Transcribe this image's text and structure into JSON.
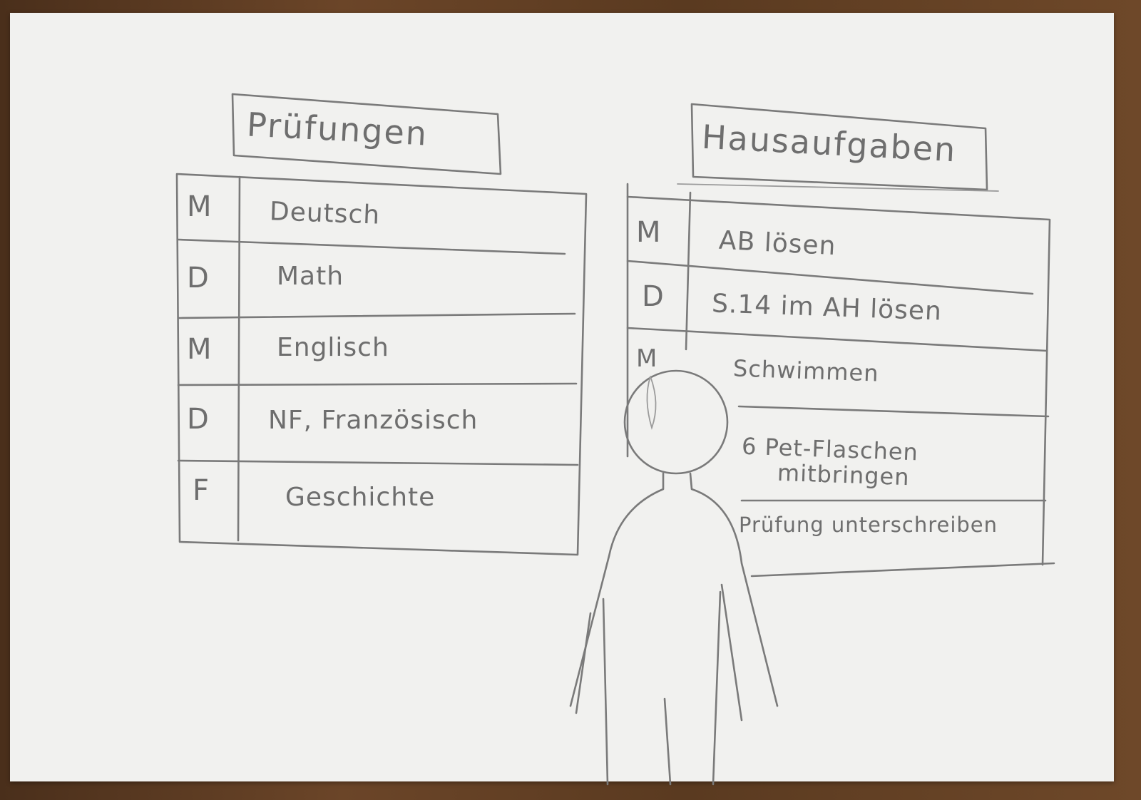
{
  "pruefungen": {
    "title": "Prüfungen",
    "rows": [
      {
        "day": "M",
        "subject": "Deutsch"
      },
      {
        "day": "D",
        "subject": "Math"
      },
      {
        "day": "M",
        "subject": "Englisch"
      },
      {
        "day": "D",
        "subject": "NF, Französisch"
      },
      {
        "day": "F",
        "subject": "Geschichte"
      }
    ]
  },
  "hausaufgaben": {
    "title": "Hausaufgaben",
    "rows": [
      {
        "day": "M",
        "task": "AB lösen"
      },
      {
        "day": "D",
        "task": "S.14 im AH lösen"
      },
      {
        "day": "M",
        "task": "Schwimmen"
      },
      {
        "day": "",
        "task": "6 Pet-Flaschen mitbringen",
        "task_line1": "6 Pet-Flaschen",
        "task_line2": "mitbringen"
      },
      {
        "day": "",
        "task": "Prüfung unterschreiben"
      }
    ]
  },
  "colors": {
    "pencil": "#7a7a7a",
    "paper": "#f1f1ef",
    "table_wood": "#5a3b22"
  },
  "icons": {
    "figure": "person-back-view-icon"
  }
}
